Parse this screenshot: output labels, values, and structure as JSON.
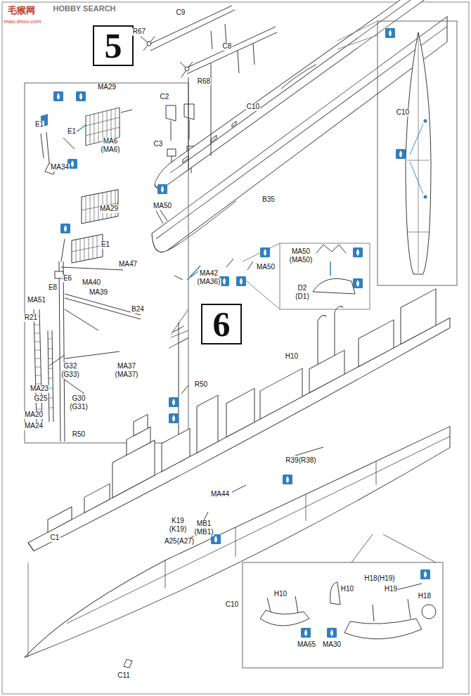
{
  "diagram": {
    "nodes": [
      {
        "text": [
          "5"
        ]
      },
      {
        "text": [
          "6"
        ]
      }
    ],
    "labels": [
      "毛猴网",
      "HOBBY SEARCH",
      "mao-shou.com",
      "C9",
      "R67",
      "C8",
      "R68",
      "C2",
      "C10",
      "C3",
      "MA50",
      "B35",
      "MA50",
      "MA42",
      "(MA36)",
      "MA50",
      "(MA50)",
      "D2",
      "(D1)",
      "C10",
      "MA29",
      "E1",
      "E1",
      "MA6",
      "(MA6)",
      "MA34",
      "MA29",
      "E1",
      "MA47",
      "E6",
      "MA40",
      "E8",
      "MA39",
      "MA51",
      "B24",
      "R21",
      "G32",
      "(G33)",
      "MA37",
      "(MA37)",
      "MA23",
      "G25",
      "G30",
      "(G31)",
      "MA20",
      "MA24",
      "R50",
      "H10",
      "R50",
      "MA44",
      "R39(R38)",
      "MB1",
      "(MB1)",
      "K19",
      "(K19)",
      "A25(A27)",
      "C1",
      "C10",
      "C11",
      "H18(H19)",
      "H19",
      "H10",
      "H18",
      "H10",
      "MA65",
      "MA30"
    ]
  }
}
